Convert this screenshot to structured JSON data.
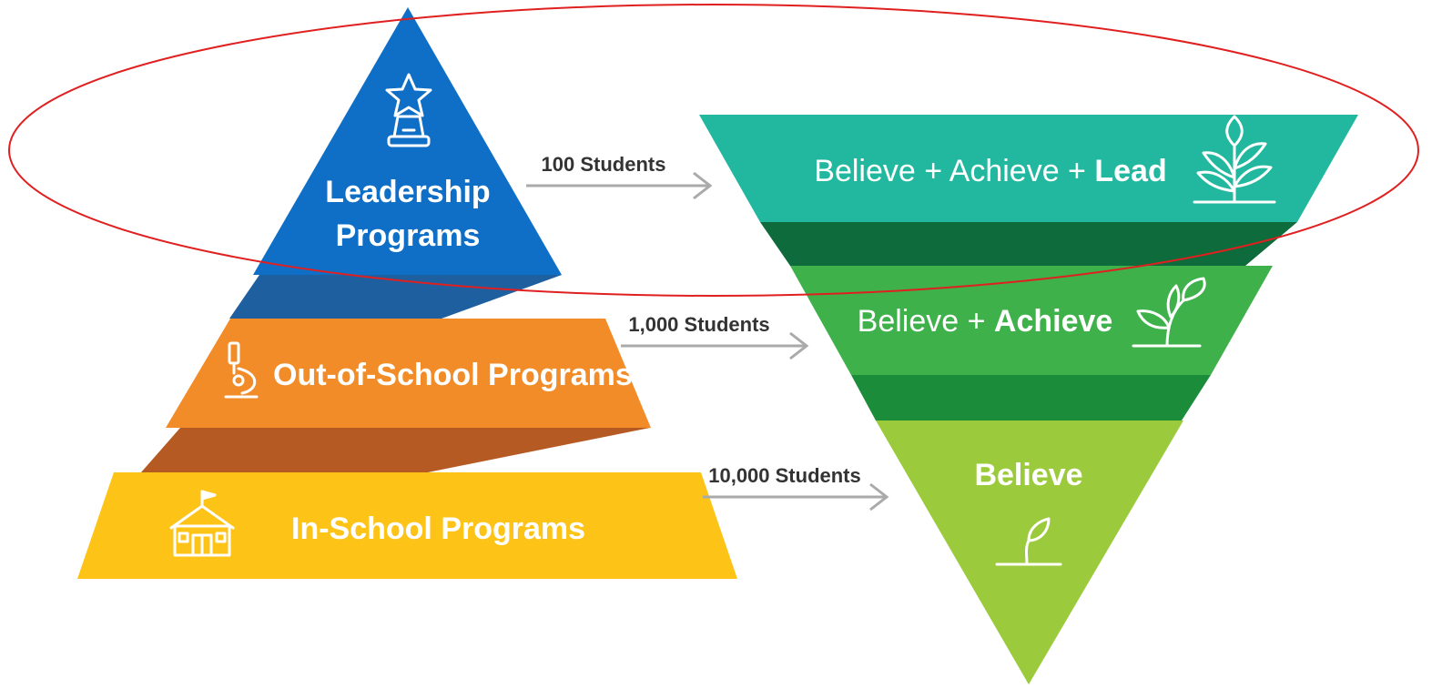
{
  "pyramid": {
    "leadership": {
      "line1": "Leadership",
      "line2": "Programs",
      "icon": "star-trophy-icon"
    },
    "out_of_school": {
      "label": "Out-of-School Programs",
      "icon": "microscope-icon"
    },
    "in_school": {
      "label": "In-School Programs",
      "icon": "schoolhouse-icon"
    }
  },
  "arrows": {
    "top": "100 Students",
    "middle": "1,000 Students",
    "bottom": "10,000 Students"
  },
  "funnel": {
    "top": {
      "prefix": "Believe + Achieve + ",
      "bold": "Lead",
      "icon": "tree-icon"
    },
    "middle": {
      "prefix": "Believe + ",
      "bold": "Achieve",
      "icon": "plant-icon"
    },
    "bottom": {
      "bold": "Believe",
      "icon": "sprout-icon"
    }
  },
  "colors": {
    "leadership": "#0F6FC6",
    "out_of_school": "#F28C28",
    "in_school": "#FDC316",
    "lead": "#22B8A0",
    "achieve": "#3EB14A",
    "believe": "#9BCB3C",
    "highlight_ellipse": "#E02020"
  }
}
